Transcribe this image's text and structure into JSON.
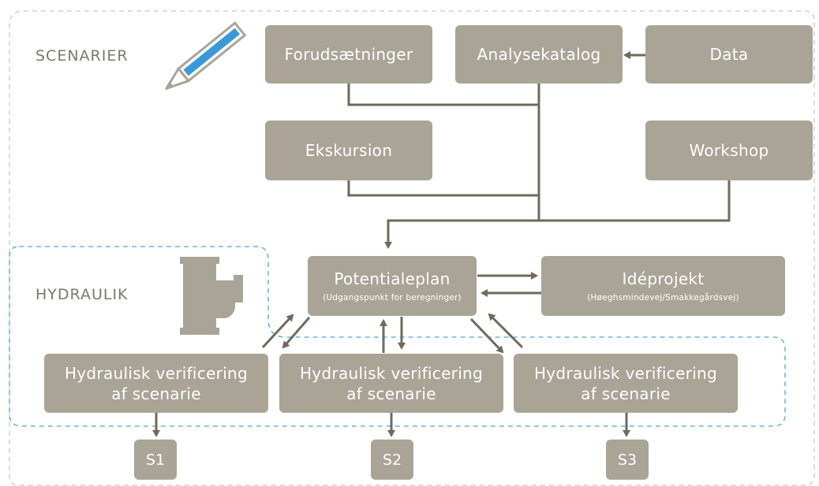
{
  "sections": {
    "scenarier": "SCENARIER",
    "hydraulik": "HYDRAULIK"
  },
  "boxes": {
    "forudsaetninger": "Forudsætninger",
    "analysekatalog": "Analysekatalog",
    "data": "Data",
    "ekskursion": "Ekskursion",
    "workshop": "Workshop",
    "potentialeplan": "Potentialeplan",
    "potentialeplan_sub": "(Udgangspunkt for beregninger)",
    "ideprojekt": "Idéprojekt",
    "ideprojekt_sub": "(Høeghsmindevej/Smakkegårdsvej)",
    "verif1_a": "Hydraulisk verificering",
    "verif1_b": "af scenarie",
    "verif2_a": "Hydraulisk verificering",
    "verif2_b": "af scenarie",
    "verif3_a": "Hydraulisk verificering",
    "verif3_b": "af scenarie"
  },
  "outputs": {
    "s1": "S1",
    "s2": "S2",
    "s3": "S3"
  },
  "colors": {
    "box": "#a9a496",
    "line": "#6f6a5c",
    "outer_dash": "#c8c8c8",
    "hydraulik_dash": "#4aa8d8",
    "pencil_blue": "#3a9ad9"
  },
  "icons": {
    "pencil": "pencil-icon",
    "pipe": "pipe-fitting-icon"
  }
}
